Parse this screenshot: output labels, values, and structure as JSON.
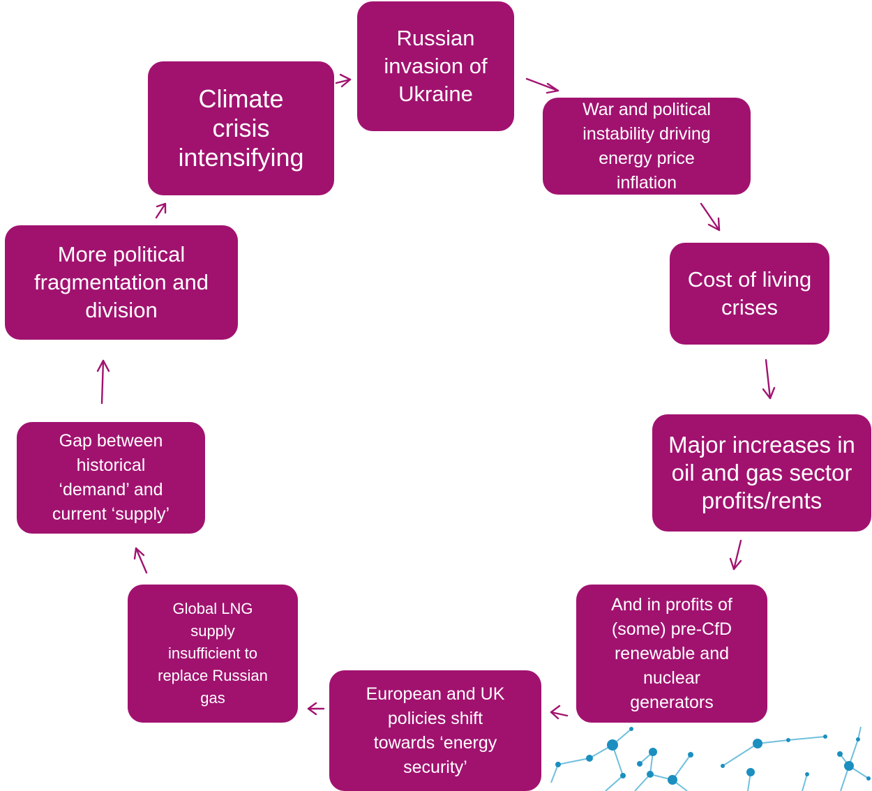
{
  "colors": {
    "box_fill": "#a1126f",
    "box_text": "#ffffff",
    "arrow": "#a1126f",
    "network_node": "#1b8fbf",
    "network_line": "#6fbfdc"
  },
  "nodes": [
    {
      "id": "russian-invasion",
      "label": "Russian\ninvasion of\nUkraine"
    },
    {
      "id": "war-instability",
      "label": "War and political\ninstability driving\nenergy price\ninflation"
    },
    {
      "id": "cost-of-living",
      "label": "Cost of living\ncrises"
    },
    {
      "id": "oil-gas-profits",
      "label": "Major increases in\noil and gas sector\nprofits/rents"
    },
    {
      "id": "generator-profits",
      "label": "And in profits of\n(some) pre-CfD\nrenewable and\nnuclear\ngenerators"
    },
    {
      "id": "energy-security-policies",
      "label": "European and UK\npolicies shift\ntowards ‘energy\nsecurity’"
    },
    {
      "id": "lng-supply",
      "label": "Global LNG\nsupply\ninsufficient to\nreplace Russian\ngas"
    },
    {
      "id": "demand-supply-gap",
      "label": "Gap between\nhistorical\n‘demand’ and\ncurrent ‘supply’"
    },
    {
      "id": "political-fragmentation",
      "label": "More political\nfragmentation and\ndivision"
    },
    {
      "id": "climate-crisis",
      "label": "Climate\ncrisis\nintensifying"
    }
  ]
}
